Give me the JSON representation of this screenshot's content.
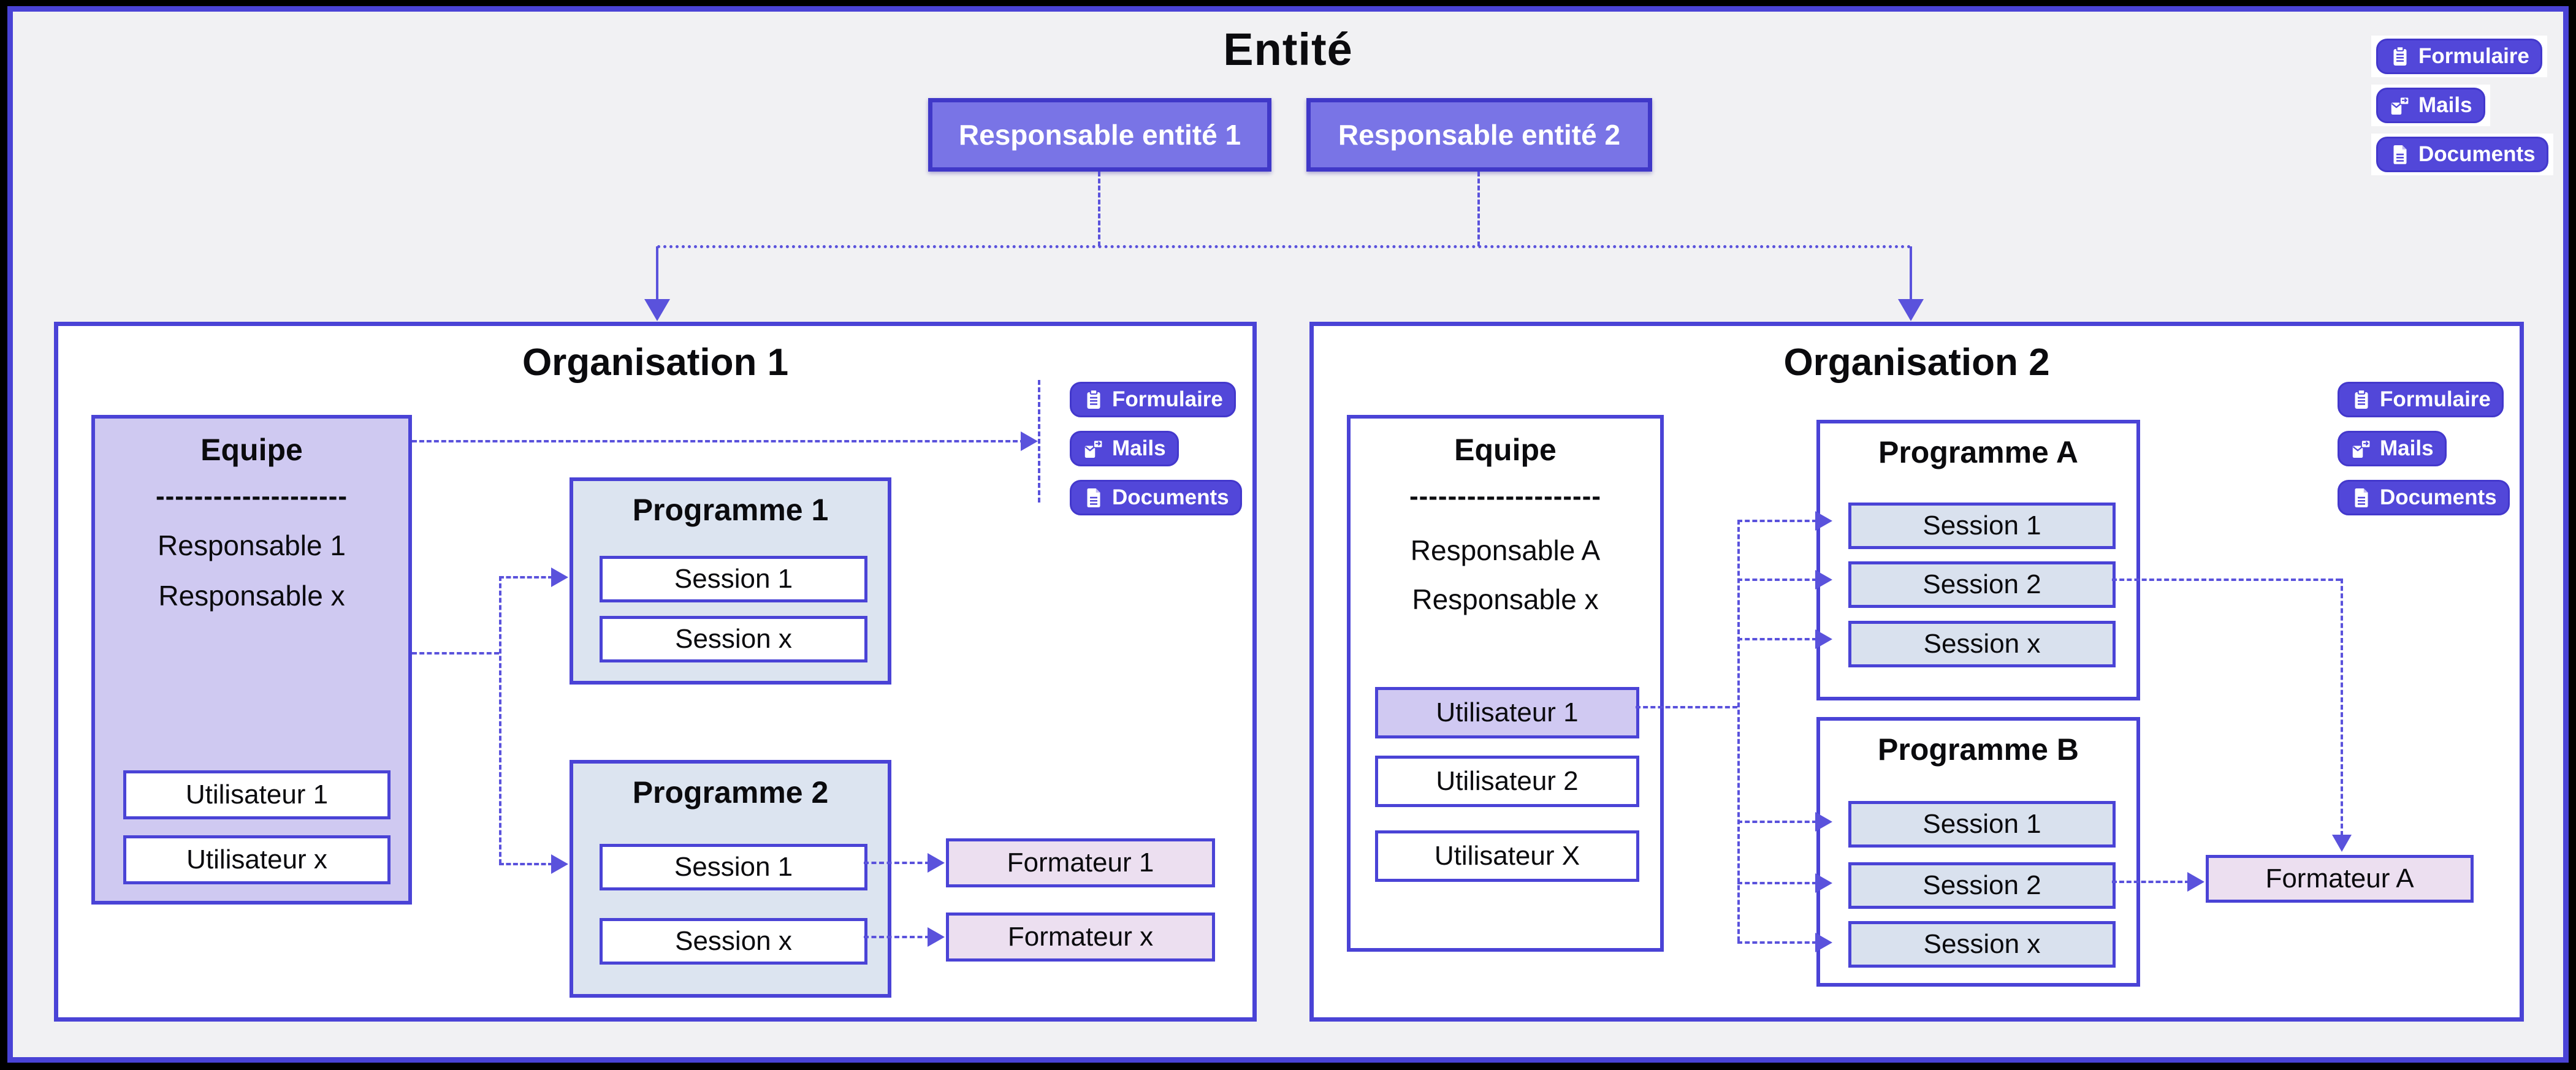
{
  "colors": {
    "accent": "#4a43d6",
    "connector": "#5a52dc",
    "btn-fill": "#7974e6",
    "btn-border": "#4038c8",
    "badge-fill": "#5247d9",
    "equipe-fill": "#cfc9f1",
    "prog-fill": "#dce4f0",
    "session2-fill": "#d9e1ee",
    "formateur-fill": "#ecdff0",
    "user-hl-fill": "#d0c9f2",
    "page-bg": "#f1f1f3",
    "box-bg": "#ffffff"
  },
  "page": {
    "title": "Entité"
  },
  "toolbox": {
    "formulaire": "Formulaire",
    "mails": "Mails",
    "documents": "Documents"
  },
  "entity": {
    "responsable1": "Responsable entité 1",
    "responsable2": "Responsable entité 2"
  },
  "org1": {
    "title": "Organisation 1",
    "equipe": {
      "title": "Equipe",
      "separator": "--------------------",
      "responsables": [
        "Responsable 1",
        "Responsable x"
      ],
      "utilisateurs": [
        "Utilisateur 1",
        "Utilisateur x"
      ]
    },
    "programme1": {
      "title": "Programme 1",
      "sessions": [
        "Session 1",
        "Session x"
      ]
    },
    "programme2": {
      "title": "Programme 2",
      "sessions": [
        "Session 1",
        "Session x"
      ]
    },
    "formateurs": [
      "Formateur 1",
      "Formateur x"
    ]
  },
  "org2": {
    "title": "Organisation 2",
    "equipe": {
      "title": "Equipe",
      "separator": "--------------------",
      "responsables": [
        "Responsable A",
        "Responsable x"
      ],
      "utilisateurs": [
        "Utilisateur 1",
        "Utilisateur 2",
        "Utilisateur X"
      ]
    },
    "programmeA": {
      "title": "Programme A",
      "sessions": [
        "Session 1",
        "Session 2",
        "Session x"
      ]
    },
    "programmeB": {
      "title": "Programme B",
      "sessions": [
        "Session 1",
        "Session 2",
        "Session x"
      ]
    },
    "formateurA": "Formateur A"
  }
}
